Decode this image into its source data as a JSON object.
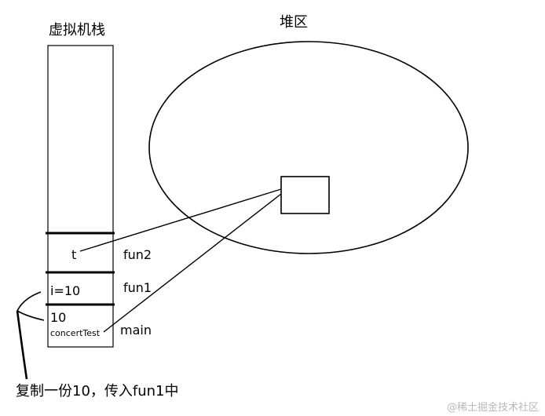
{
  "titles": {
    "stack": "虚拟机栈",
    "heap": "堆区"
  },
  "frames": [
    {
      "name": "fun2",
      "cells": [
        "t"
      ]
    },
    {
      "name": "fun1",
      "cells": [
        "i=10"
      ]
    },
    {
      "name": "main",
      "cells": [
        "10",
        "concertTest"
      ]
    }
  ],
  "annotation": "复制一份10，传入fun1中",
  "watermark": "@稀土掘金技术社区",
  "colors": {
    "ink": "#000000",
    "background": "#ffffff",
    "watermark": "#b9b9b9"
  }
}
